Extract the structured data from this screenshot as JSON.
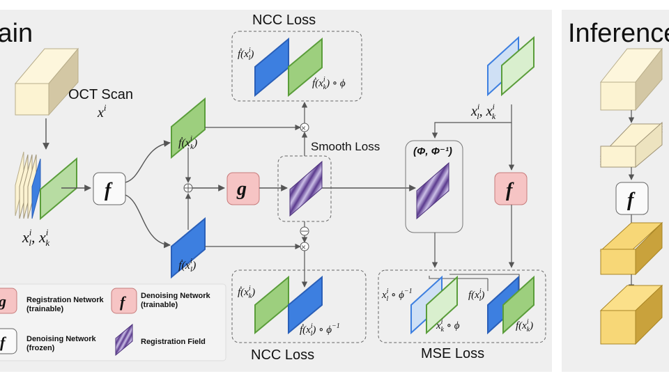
{
  "titles": {
    "train": "Train",
    "inference": "Inference"
  },
  "labels": {
    "oct_scan": "OCT Scan",
    "oct_var": "x",
    "oct_var_sup": "i",
    "ncc_loss": "NCC Loss",
    "smooth_loss": "Smooth Loss",
    "mse_loss": "MSE Loss",
    "phi_pair": "(Φ, Φ⁻¹)"
  },
  "math": {
    "x_pair": "xᵢˡ , xᵢᵏ",
    "fk": "ḟ(x",
    "fl": "ḟ(x",
    "fl_phi": "ḟ(x",
    "fk_phi": "ḟ(x"
  },
  "networks": {
    "f_glyph": "f",
    "g_glyph": "g"
  },
  "legend": {
    "registration_network": "Registration Network",
    "registration_trainable": "(trainable)",
    "denoising_network": "Denoising Network",
    "denoising_trainable": "(trainable)",
    "denoising_frozen_title": "Denoising Network",
    "denoising_frozen": "(frozen)",
    "registration_field": "Registration Field"
  },
  "colors": {
    "green_fill": "#9dcf7e",
    "green_stroke": "#5a9d3a",
    "blue_fill": "#3d7fe0",
    "blue_stroke": "#2a5fb8",
    "light_blue_fill": "#cfe0f5",
    "light_green_fill": "#d9efce",
    "scan_fill": "#fcf3d2",
    "scan_side": "#d3c7a4",
    "gold_fill": "#f7d777",
    "gold_side": "#c9a23c",
    "g_box_fill": "#f6c4c4",
    "g_box_stroke": "#c77b7b",
    "stripe_a": "#5b3a8e",
    "stripe_b": "#cbbfe6",
    "panel_bg": "#efefef"
  }
}
